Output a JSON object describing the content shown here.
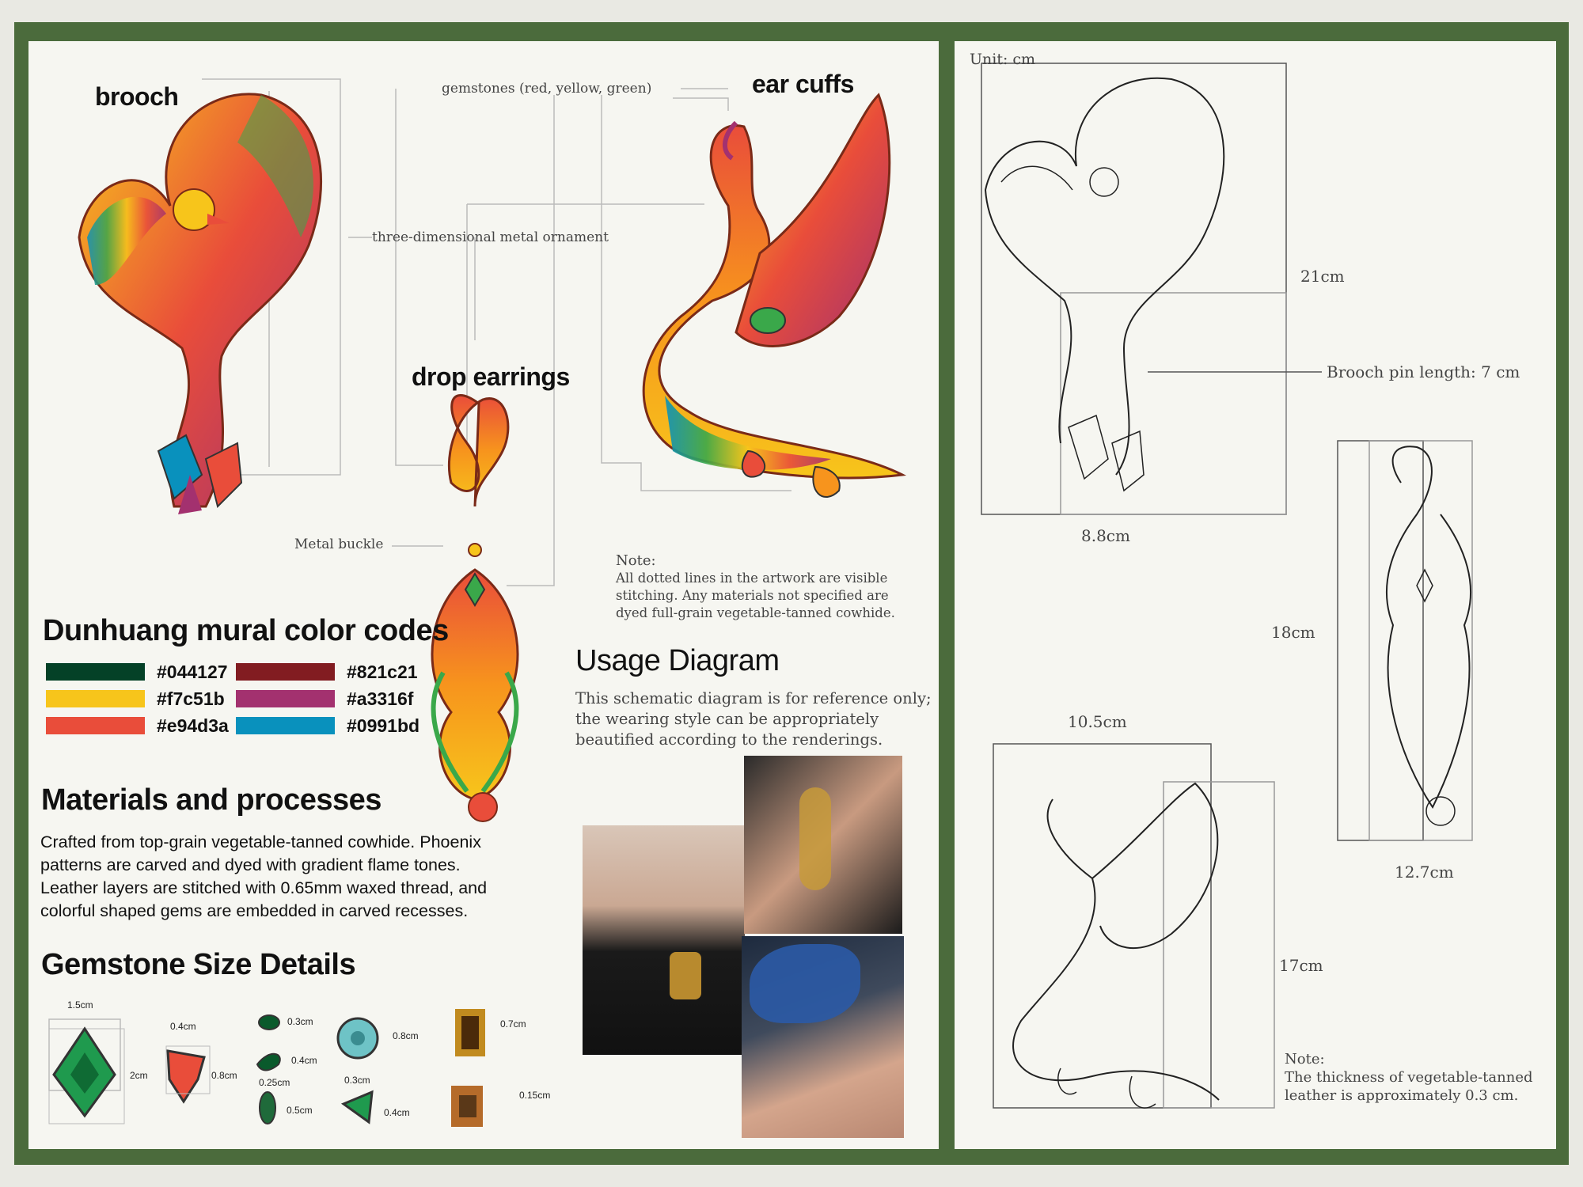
{
  "labels": {
    "brooch": "brooch",
    "ear_cuffs": "ear cuffs",
    "drop_earrings": "drop earrings",
    "gemstones": "gemstones (red, yellow, green)",
    "metal_ornament": "three-dimensional metal ornament",
    "metal_buckle": "Metal buckle"
  },
  "note_left": {
    "title": "Note:",
    "body": "All dotted lines in the artwork are visible stitching. Any materials not specified are dyed full-grain vegetable-tanned cowhide."
  },
  "colors_section": {
    "title": "Dunhuang mural color codes",
    "swatches": [
      {
        "hex": "#044127",
        "label": "#044127"
      },
      {
        "hex": "#f7c51b",
        "label": "#f7c51b"
      },
      {
        "hex": "#e94d3a",
        "label": "#e94d3a"
      },
      {
        "hex": "#821c21",
        "label": "#821c21"
      },
      {
        "hex": "#a3316f",
        "label": "#a3316f"
      },
      {
        "hex": "#0991bd",
        "label": "#0991bd"
      }
    ]
  },
  "materials": {
    "title": "Materials and processes",
    "body": "Crafted from top-grain vegetable-tanned cowhide. Phoenix patterns are carved and dyed with gradient flame tones. Leather layers are stitched with 0.65mm waxed thread, and colorful shaped gems are embedded in carved recesses."
  },
  "gem_details": {
    "title": "Gemstone Size Details",
    "labels": [
      "1.5cm",
      "2cm",
      "0.4cm",
      "0.8cm",
      "0.3cm",
      "0.4cm",
      "0.25cm",
      "0.5cm",
      "0.8cm",
      "0.3cm",
      "0.4cm",
      "0.7cm",
      "0.15cm"
    ]
  },
  "usage": {
    "title": "Usage Diagram",
    "body": "This schematic diagram is for reference only; the wearing style can be appropriately beautified according to the renderings."
  },
  "right_panel": {
    "unit": "Unit: cm",
    "brooch_height": "21cm",
    "brooch_width": "8.8cm",
    "pin_length": "Brooch pin length: 7 cm",
    "earring_height": "18cm",
    "earring_width": "12.7cm",
    "cuff_width": "10.5cm",
    "cuff_height": "17cm",
    "note_title": "Note:",
    "note_body": "The thickness of vegetable-tanned leather is approximately 0.3 cm."
  },
  "colors": {
    "frame": "#4b6b3c",
    "panel": "#f6f6f1",
    "background": "#e9e9e3"
  }
}
